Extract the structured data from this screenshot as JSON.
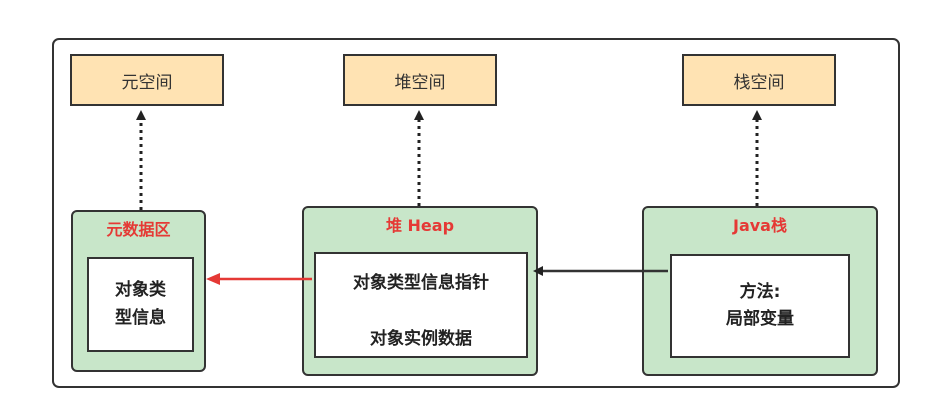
{
  "spaces": {
    "meta": "元空间",
    "heap": "堆空间",
    "stack": "栈空间"
  },
  "groups": {
    "metaspace": {
      "title": "元数据区",
      "box_line1": "对象类",
      "box_line2": "型信息"
    },
    "heap": {
      "title": "堆 Heap",
      "pointer": "对象类型信息指针",
      "instance": "对象实例数据"
    },
    "java_stack": {
      "title": "Java栈",
      "box_line1": "方法:",
      "box_line2": "局部变量"
    }
  },
  "colors": {
    "space_fill": "#ffe3b3",
    "group_fill": "#c8e6c9",
    "title_red": "#e53935",
    "arrow_red": "#e53935",
    "stroke": "#333333"
  }
}
